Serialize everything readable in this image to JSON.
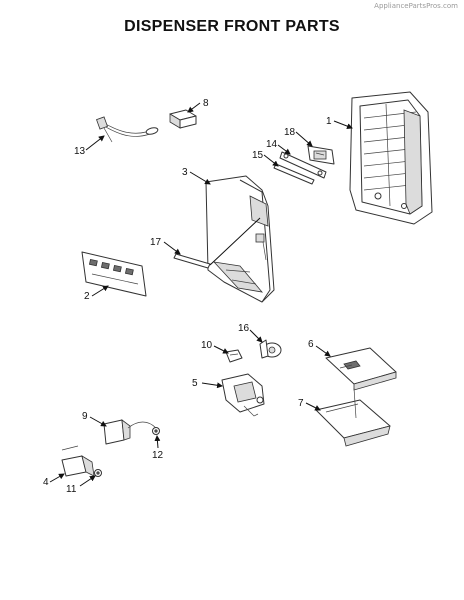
{
  "watermark": "AppliancePartsPros.com",
  "title": "DISPENSER FRONT PARTS",
  "callouts": {
    "p1": "1",
    "p2": "2",
    "p3": "3",
    "p4": "4",
    "p5": "5",
    "p6": "6",
    "p7": "7",
    "p8": "8",
    "p9": "9",
    "p10": "10",
    "p11": "11",
    "p12": "12",
    "p13": "13",
    "p14": "14",
    "p15": "15",
    "p16": "16",
    "p17": "17",
    "p18": "18"
  }
}
